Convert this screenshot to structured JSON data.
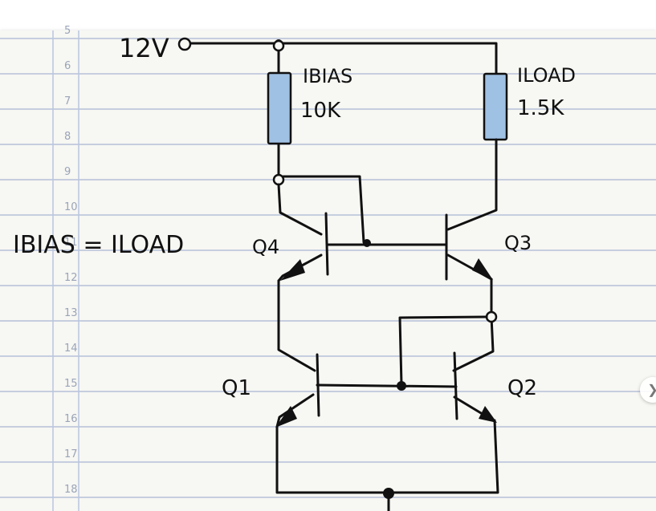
{
  "line_numbers": [
    "5",
    "6",
    "7",
    "8",
    "9",
    "10",
    "11",
    "12",
    "13",
    "14",
    "15",
    "16",
    "17",
    "18"
  ],
  "labels": {
    "supply": "12V",
    "r_bias_name": "IBIAS",
    "r_bias_value": "10K",
    "r_load_name": "ILOAD",
    "r_load_value": "1.5K",
    "equation": "IBIAS = ILOAD",
    "q1": "Q1",
    "q2": "Q2",
    "q3": "Q3",
    "q4": "Q4"
  },
  "colors": {
    "paper": "#f7f7f3",
    "ruled_line": "#a9b6d3",
    "margin_line": "#b9c6e0",
    "resistor": "#9fc1e3",
    "ink": "#111111"
  },
  "icons": {
    "next": "chevron-right-icon"
  }
}
